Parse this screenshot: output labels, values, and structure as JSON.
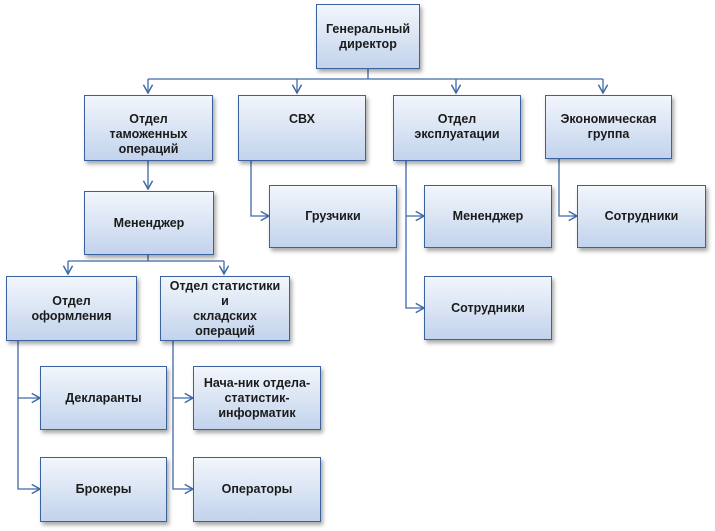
{
  "nodes": {
    "ceo": "Генеральный\nдиректор",
    "customs": "Отдел таможенных\nопераций",
    "svh": "СВХ",
    "operations": "Отдел\nэксплуатации",
    "economic": "Экономическая\nгруппа",
    "manager1": "Мененджер",
    "loaders": "Грузчики",
    "manager2": "Мененджер",
    "employees_econ": "Сотрудники",
    "employees_ops": "Сотрудники",
    "registration": "Отдел оформления",
    "statistics": "Отдел статистики и\nскладских\nопераций",
    "declarants": "Декларанты",
    "head_stat": "Нача-ник отдела-\nстатистик-\nинформатик",
    "brokers": "Брокеры",
    "operators": "Операторы"
  },
  "colors": {
    "border": "#39629e",
    "connector": "#3f6aa8"
  }
}
